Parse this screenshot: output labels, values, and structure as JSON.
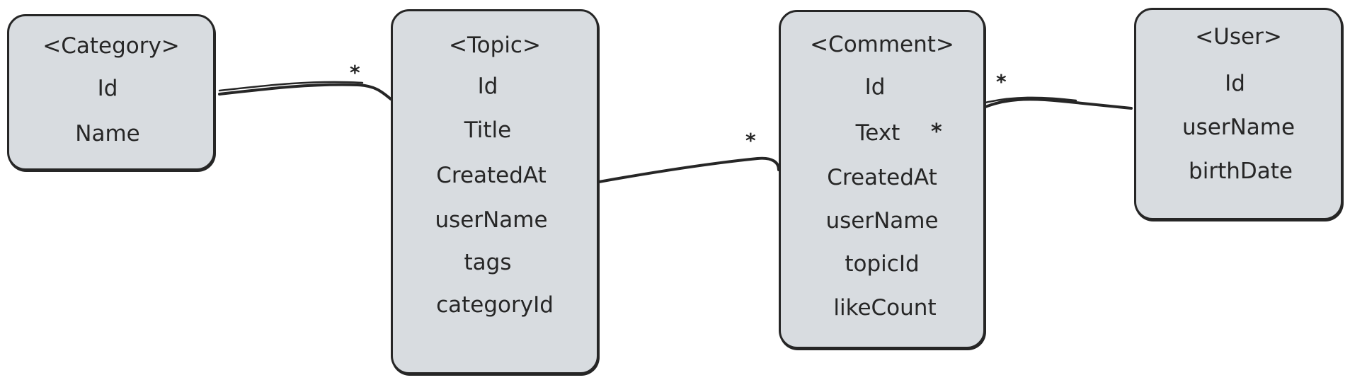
{
  "entities": [
    {
      "id": "category",
      "title": "<Category>",
      "fields": [
        "Id",
        "Name"
      ]
    },
    {
      "id": "topic",
      "title": "<Topic>",
      "fields": [
        "Id",
        "Title",
        "CreatedAt",
        "userName",
        "tags",
        "categoryId"
      ]
    },
    {
      "id": "comment",
      "title": "<Comment>",
      "fields": [
        "Id",
        "Text",
        "CreatedAt",
        "userName",
        "topicId",
        "likeCount"
      ]
    },
    {
      "id": "user",
      "title": "<User>",
      "fields": [
        "Id",
        "userName",
        "birthDate"
      ]
    }
  ],
  "relationships": [
    {
      "from": "category",
      "to": "topic",
      "multiplicity": "*"
    },
    {
      "from": "topic",
      "to": "comment",
      "multiplicity": "*"
    },
    {
      "from": "comment",
      "to": "user",
      "multiplicity": "*"
    }
  ],
  "annotations": [
    {
      "entity": "comment",
      "field": "Text",
      "label": "*"
    }
  ],
  "colors": {
    "box_fill": "#d8dce0",
    "stroke": "#262626",
    "background": "#ffffff"
  }
}
